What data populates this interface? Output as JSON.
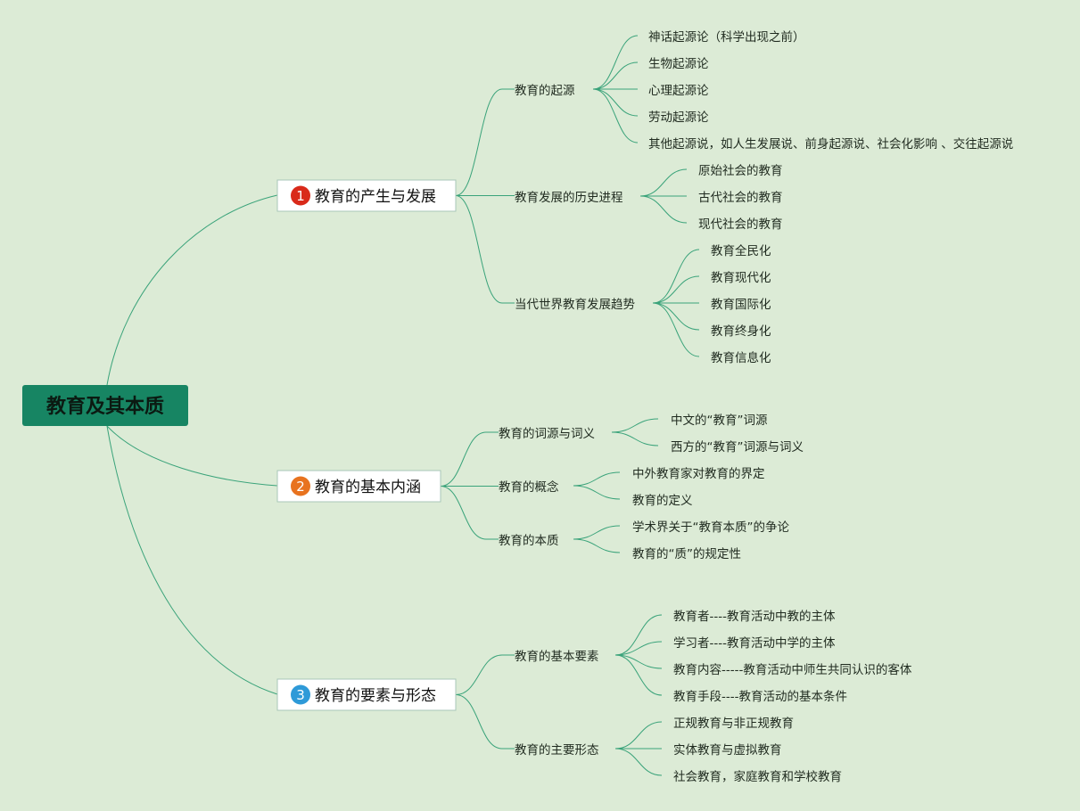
{
  "root": {
    "label": "教育及其本质",
    "bg": "#178563"
  },
  "colors": {
    "line": "#3aa37a",
    "badge1": "#d92a1a",
    "badge2": "#e8731f",
    "badge3": "#2e9ad8"
  },
  "branches": [
    {
      "badge": "1",
      "label": "教育的产生与发展",
      "children": [
        {
          "label": "教育的起源",
          "leaves": [
            "神话起源论（科学出现之前）",
            "生物起源论",
            "心理起源论",
            "劳动起源论",
            "其他起源说，如人生发展说、前身起源说、社会化影响 、交往起源说"
          ]
        },
        {
          "label": "教育发展的历史进程",
          "leaves": [
            "原始社会的教育",
            "古代社会的教育",
            "现代社会的教育"
          ]
        },
        {
          "label": "当代世界教育发展趋势",
          "leaves": [
            "教育全民化",
            "教育现代化",
            "教育国际化",
            "教育终身化",
            "教育信息化"
          ]
        }
      ]
    },
    {
      "badge": "2",
      "label": "教育的基本内涵",
      "children": [
        {
          "label": "教育的词源与词义",
          "leaves": [
            "中文的“教育”词源",
            "西方的“教育”词源与词义"
          ]
        },
        {
          "label": "教育的概念",
          "leaves": [
            "中外教育家对教育的界定",
            "教育的定义"
          ]
        },
        {
          "label": "教育的本质",
          "leaves": [
            "学术界关于“教育本质”的争论",
            "教育的“质”的规定性"
          ]
        }
      ]
    },
    {
      "badge": "3",
      "label": "教育的要素与形态",
      "children": [
        {
          "label": "教育的基本要素",
          "leaves": [
            "教育者----教育活动中教的主体",
            "学习者----教育活动中学的主体",
            "教育内容-----教育活动中师生共同认识的客体",
            "教育手段----教育活动的基本条件"
          ]
        },
        {
          "label": "教育的主要形态",
          "leaves": [
            "正规教育与非正规教育",
            "实体教育与虚拟教育",
            "社会教育，家庭教育和学校教育"
          ]
        }
      ]
    }
  ]
}
